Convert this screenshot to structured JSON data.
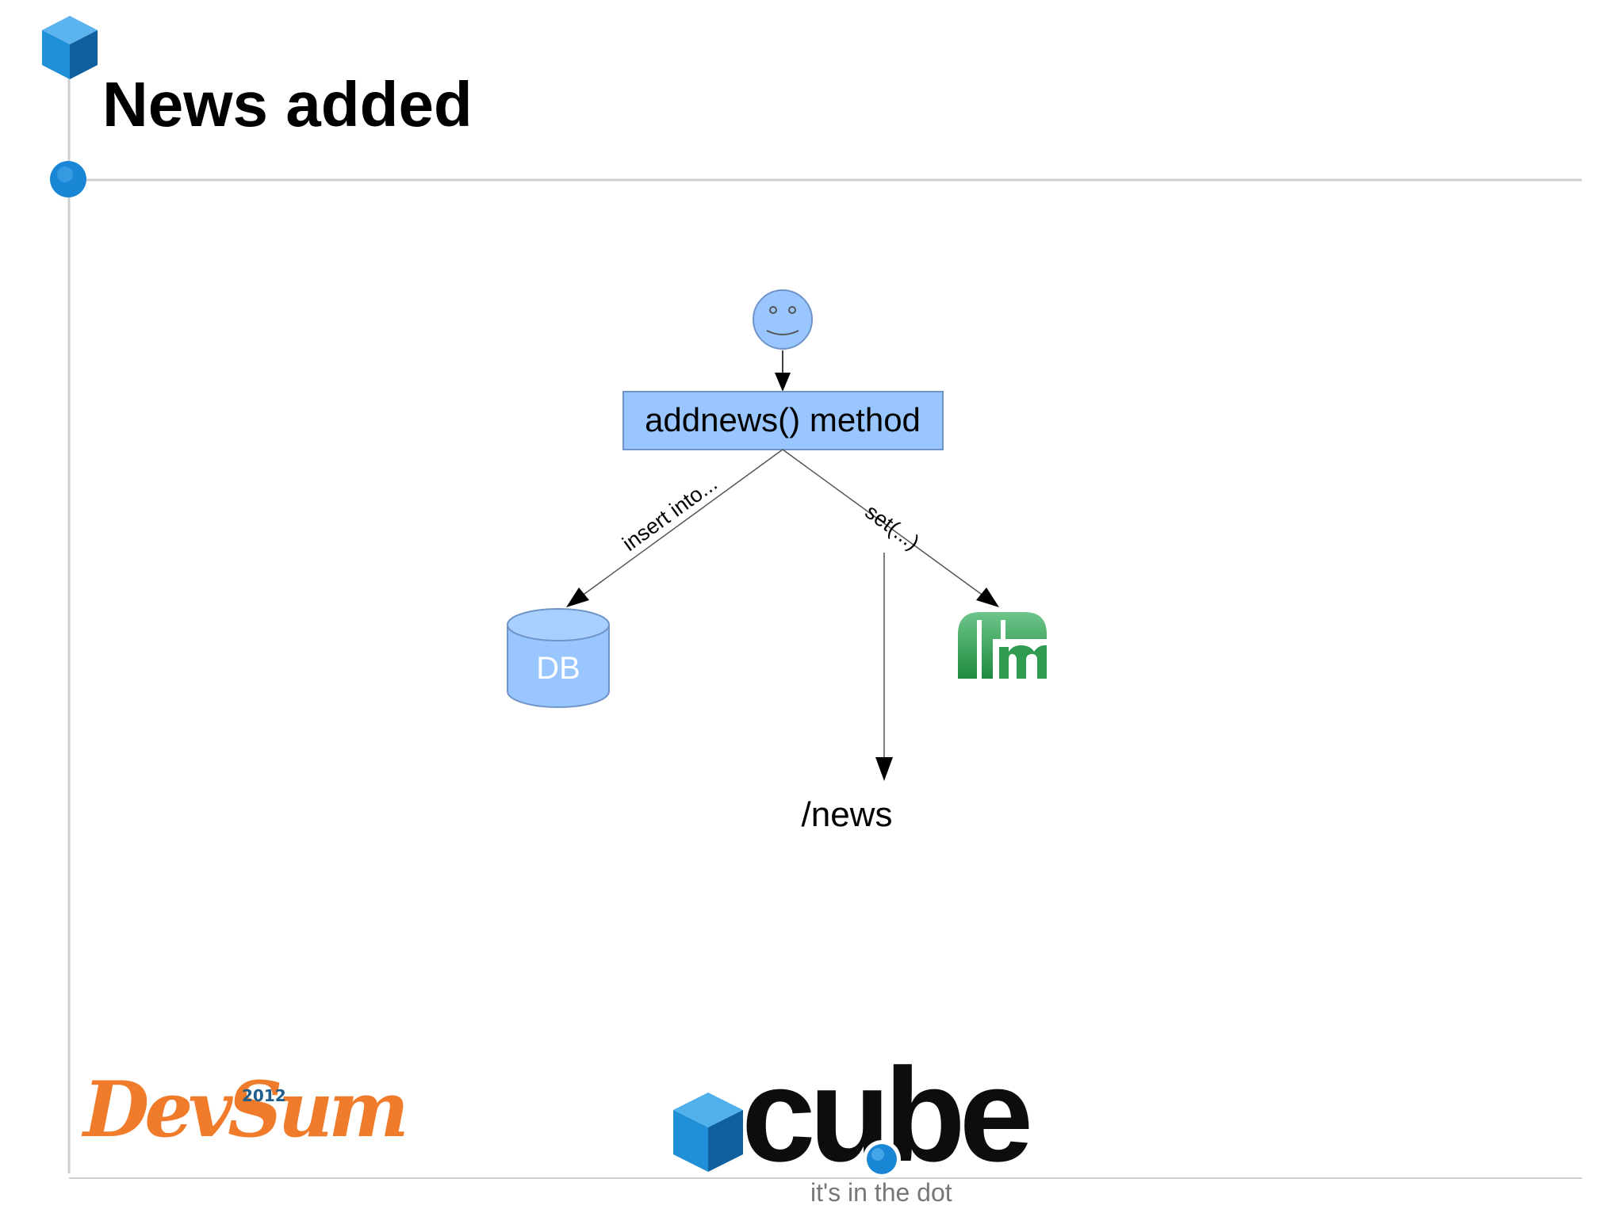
{
  "slide": {
    "title": "News added"
  },
  "diagram": {
    "nodes": {
      "actor": {
        "icon": "smiley-face-icon"
      },
      "method": {
        "label": "addnews() method"
      },
      "database": {
        "label": "DB",
        "icon": "database-cylinder-icon"
      },
      "memcache": {
        "icon": "memcache-logo-icon"
      },
      "endpoint": {
        "label": "/news"
      }
    },
    "edges": {
      "insert": {
        "label": "insert into..."
      },
      "set": {
        "label": "set(...)"
      }
    }
  },
  "footer": {
    "devsum_word": "DevSum",
    "devsum_year": "2012",
    "cube_word": "cube",
    "tagline": "it's in the dot"
  },
  "colors": {
    "accent_blue": "#1a86d6",
    "node_fill": "#99c6ff",
    "node_stroke": "#6f94c8",
    "memcache_green": "#2f9c4f",
    "devsum_orange": "#f07b2a"
  }
}
